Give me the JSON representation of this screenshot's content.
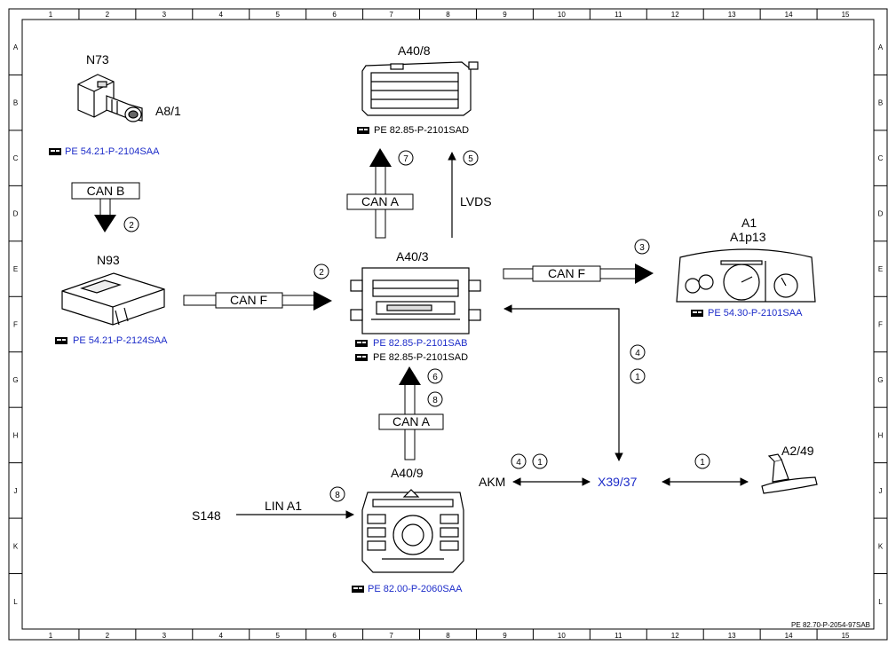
{
  "grid": {
    "cols": [
      "1",
      "2",
      "3",
      "4",
      "5",
      "6",
      "7",
      "8",
      "9",
      "10",
      "11",
      "12",
      "13",
      "14",
      "15"
    ],
    "rows": [
      "A",
      "B",
      "C",
      "D",
      "E",
      "F",
      "G",
      "H",
      "J",
      "K",
      "L"
    ]
  },
  "doc_id": "PE 82.70-P-2054-97SAB",
  "components": {
    "n73": {
      "label": "N73"
    },
    "a8_1": {
      "label": "A8/1",
      "ref": "PE 54.21-P-2104SAA"
    },
    "n93": {
      "label": "N93",
      "ref": "PE 54.21-P-2124SAA"
    },
    "a40_8": {
      "label": "A40/8",
      "ref": "PE 82.85-P-2101SAD"
    },
    "a40_3": {
      "label": "A40/3",
      "ref1": "PE 82.85-P-2101SAB",
      "ref2": "PE 82.85-P-2101SAD"
    },
    "a1": {
      "label": "A1",
      "sublabel": "A1p13",
      "ref": "PE 54.30-P-2101SAA"
    },
    "a40_9": {
      "label": "A40/9",
      "ref": "PE 82.00-P-2060SAA"
    },
    "a2_49": {
      "label": "A2/49"
    },
    "x39_37": {
      "label": "X39/37"
    },
    "akm": {
      "label": "AKM"
    },
    "s148": {
      "label": "S148"
    }
  },
  "connections": {
    "can_b": "CAN B",
    "can_f_left": "CAN F",
    "can_f_right": "CAN F",
    "can_a_top": "CAN A",
    "can_a_bottom": "CAN A",
    "lvds": "LVDS",
    "lin_a1": "LIN A1"
  },
  "markers": {
    "m_canb": "2",
    "m_canf_left": "2",
    "m_canf_right": "3",
    "m_cana_top": "7",
    "m_lvds": "5",
    "m_cana_bottom_1": "6",
    "m_cana_bottom_2": "8",
    "m_x39_1": "4",
    "m_x39_2": "1",
    "m_akm_1": "4",
    "m_akm_2": "1",
    "m_a249": "1",
    "m_lin": "8"
  }
}
